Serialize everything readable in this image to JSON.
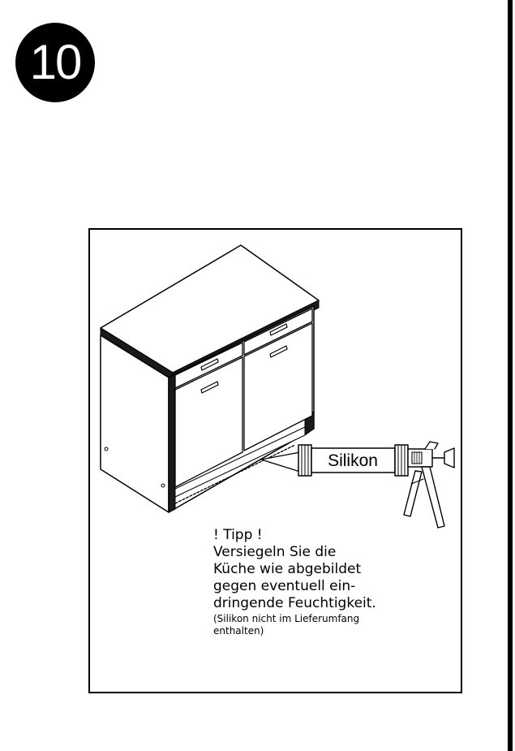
{
  "step": {
    "number": "10"
  },
  "illustration": {
    "gun_label": "Silikon",
    "icons": [
      "base-cabinet-icon",
      "silicone-gun-icon"
    ]
  },
  "tip": {
    "heading": "! Tipp !",
    "lines": [
      "Versiegeln Sie die",
      "Küche wie abgebildet",
      "gegen eventuell ein-",
      "dringende Feuchtigkeit."
    ],
    "note_lines": [
      "(Silikon nicht im Lieferumfang",
      "enthalten)"
    ]
  },
  "colors": {
    "ink": "#000000",
    "paper": "#ffffff"
  }
}
